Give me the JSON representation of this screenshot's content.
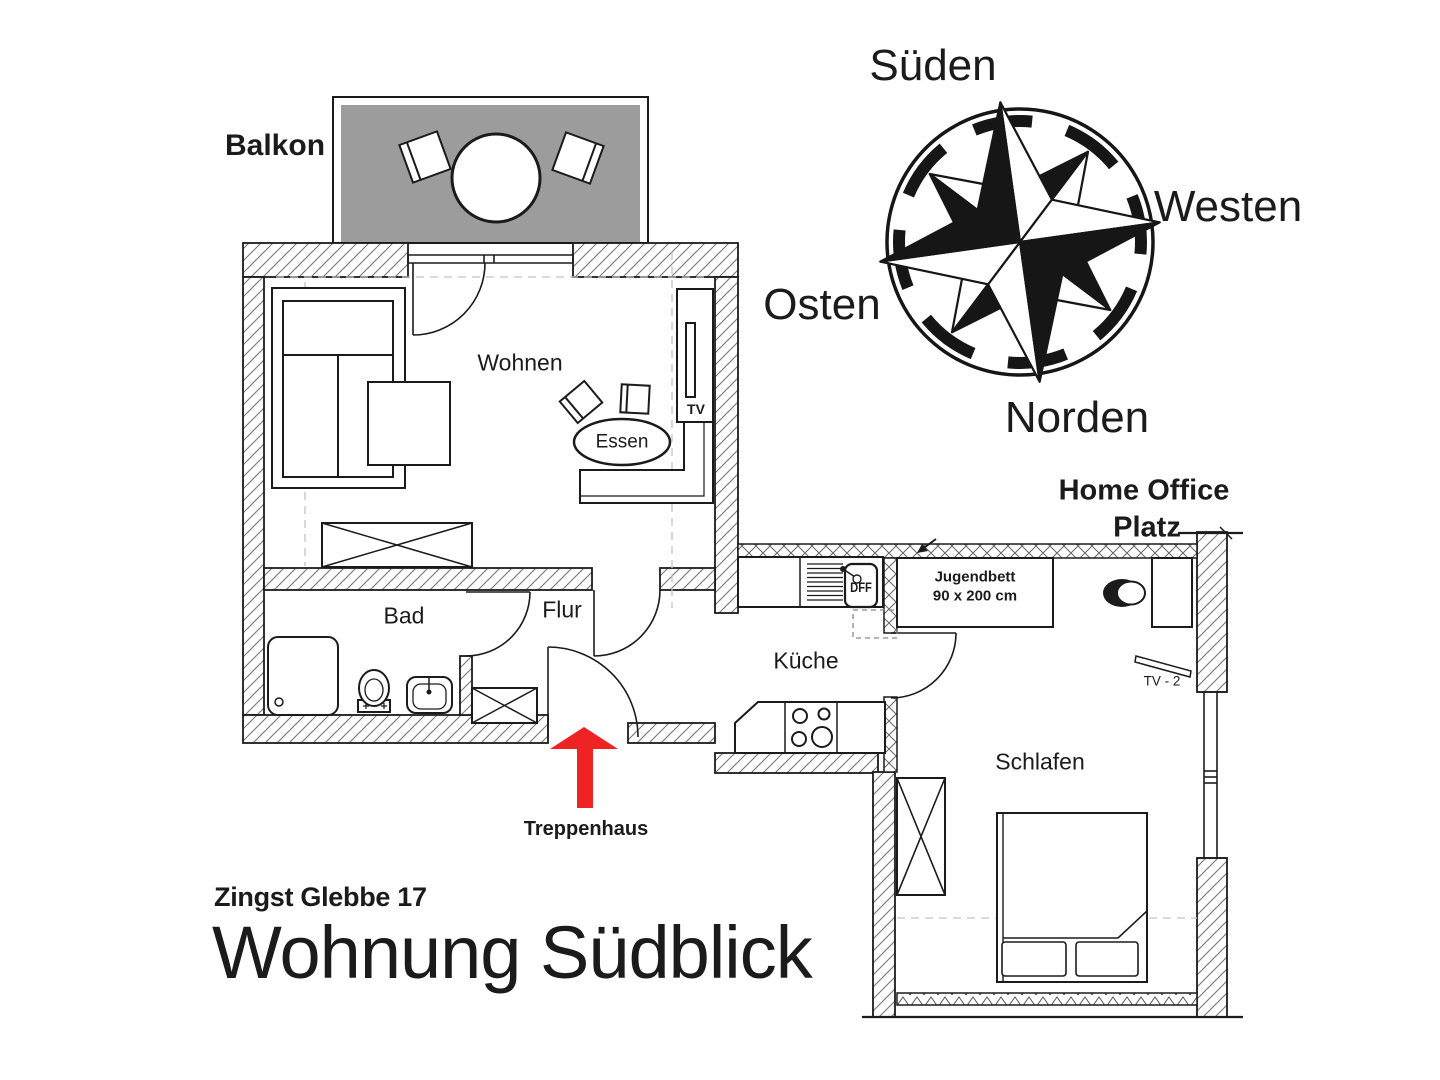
{
  "plan": {
    "address": "Zingst Glebbe 17",
    "title": "Wohnung Südblick",
    "rooms": {
      "balcony": "Balkon",
      "living": "Wohnen",
      "dining": "Essen",
      "bath": "Bad",
      "hall": "Flur",
      "kitchen": "Küche",
      "bedroom": "Schlafen"
    },
    "annotations": {
      "tv": "TV",
      "tv2": "TV - 2",
      "sink": "DFF",
      "youth_bed_line1": "Jugendbett",
      "youth_bed_line2": "90 x 200 cm",
      "home_office_line1": "Home Office",
      "home_office_line2": "Platz",
      "stairwell": "Treppenhaus"
    },
    "compass": {
      "top": "Süden",
      "right": "Westen",
      "left": "Osten",
      "bottom": "Norden"
    },
    "colors": {
      "arrow": "#ef2323",
      "balcony_fill": "#9c9c9c",
      "ink": "#1b1b1b"
    }
  }
}
